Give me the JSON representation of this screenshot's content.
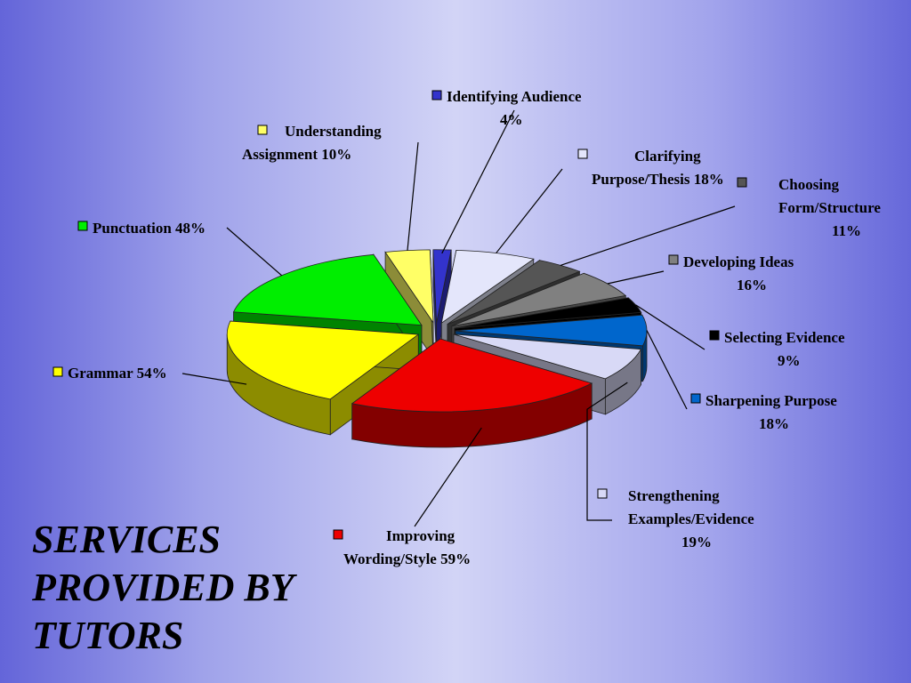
{
  "slide": {
    "title_lines": [
      "SERVICES",
      "PROVIDED BY",
      "TUTORS"
    ]
  },
  "chart_data": {
    "type": "pie",
    "style": "3d-exploded",
    "categories": [
      "Identifying Audience",
      "Clarifying Purpose/Thesis",
      "Choosing Form/Structure",
      "Developing Ideas",
      "Selecting Evidence",
      "Sharpening Purpose",
      "Strengthening Examples/Evidence",
      "Improving Wording/Style",
      "Grammar",
      "Punctuation",
      "Understanding Assignment"
    ],
    "values": [
      4,
      18,
      11,
      16,
      9,
      18,
      19,
      59,
      54,
      48,
      10
    ],
    "unit": "%",
    "colors": {
      "Identifying Audience": "#3333cc",
      "Clarifying Purpose/Thesis": "#e4e6fb",
      "Choosing Form/Structure": "#555555",
      "Developing Ideas": "#808080",
      "Selecting Evidence": "#000000",
      "Sharpening Purpose": "#0066cc",
      "Strengthening Examples/Evidence": "#d8d9f6",
      "Improving Wording/Style": "#ee0000",
      "Grammar": "#ffff00",
      "Punctuation": "#00ee00",
      "Understanding Assignment": "#ffff66"
    },
    "labels": [
      {
        "name": "Identifying Audience",
        "lines": [
          "Identifying Audience",
          "4%"
        ]
      },
      {
        "name": "Clarifying Purpose/Thesis",
        "lines": [
          "Clarifying",
          "Purpose/Thesis 18%"
        ]
      },
      {
        "name": "Choosing Form/Structure",
        "lines": [
          "Choosing",
          "Form/Structure",
          "11%"
        ]
      },
      {
        "name": "Developing Ideas",
        "lines": [
          "Developing Ideas",
          "16%"
        ]
      },
      {
        "name": "Selecting Evidence",
        "lines": [
          "Selecting Evidence",
          "9%"
        ]
      },
      {
        "name": "Sharpening Purpose",
        "lines": [
          "Sharpening Purpose",
          "18%"
        ]
      },
      {
        "name": "Strengthening Examples/Evidence",
        "lines": [
          "Strengthening",
          "Examples/Evidence",
          "19%"
        ]
      },
      {
        "name": "Improving Wording/Style",
        "lines": [
          "Improving",
          "Wording/Style 59%"
        ]
      },
      {
        "name": "Grammar",
        "lines": [
          "Grammar 54%"
        ]
      },
      {
        "name": "Punctuation",
        "lines": [
          "Punctuation 48%"
        ]
      },
      {
        "name": "Understanding Assignment",
        "lines": [
          "Understanding",
          "Assignment 10%"
        ]
      }
    ]
  }
}
